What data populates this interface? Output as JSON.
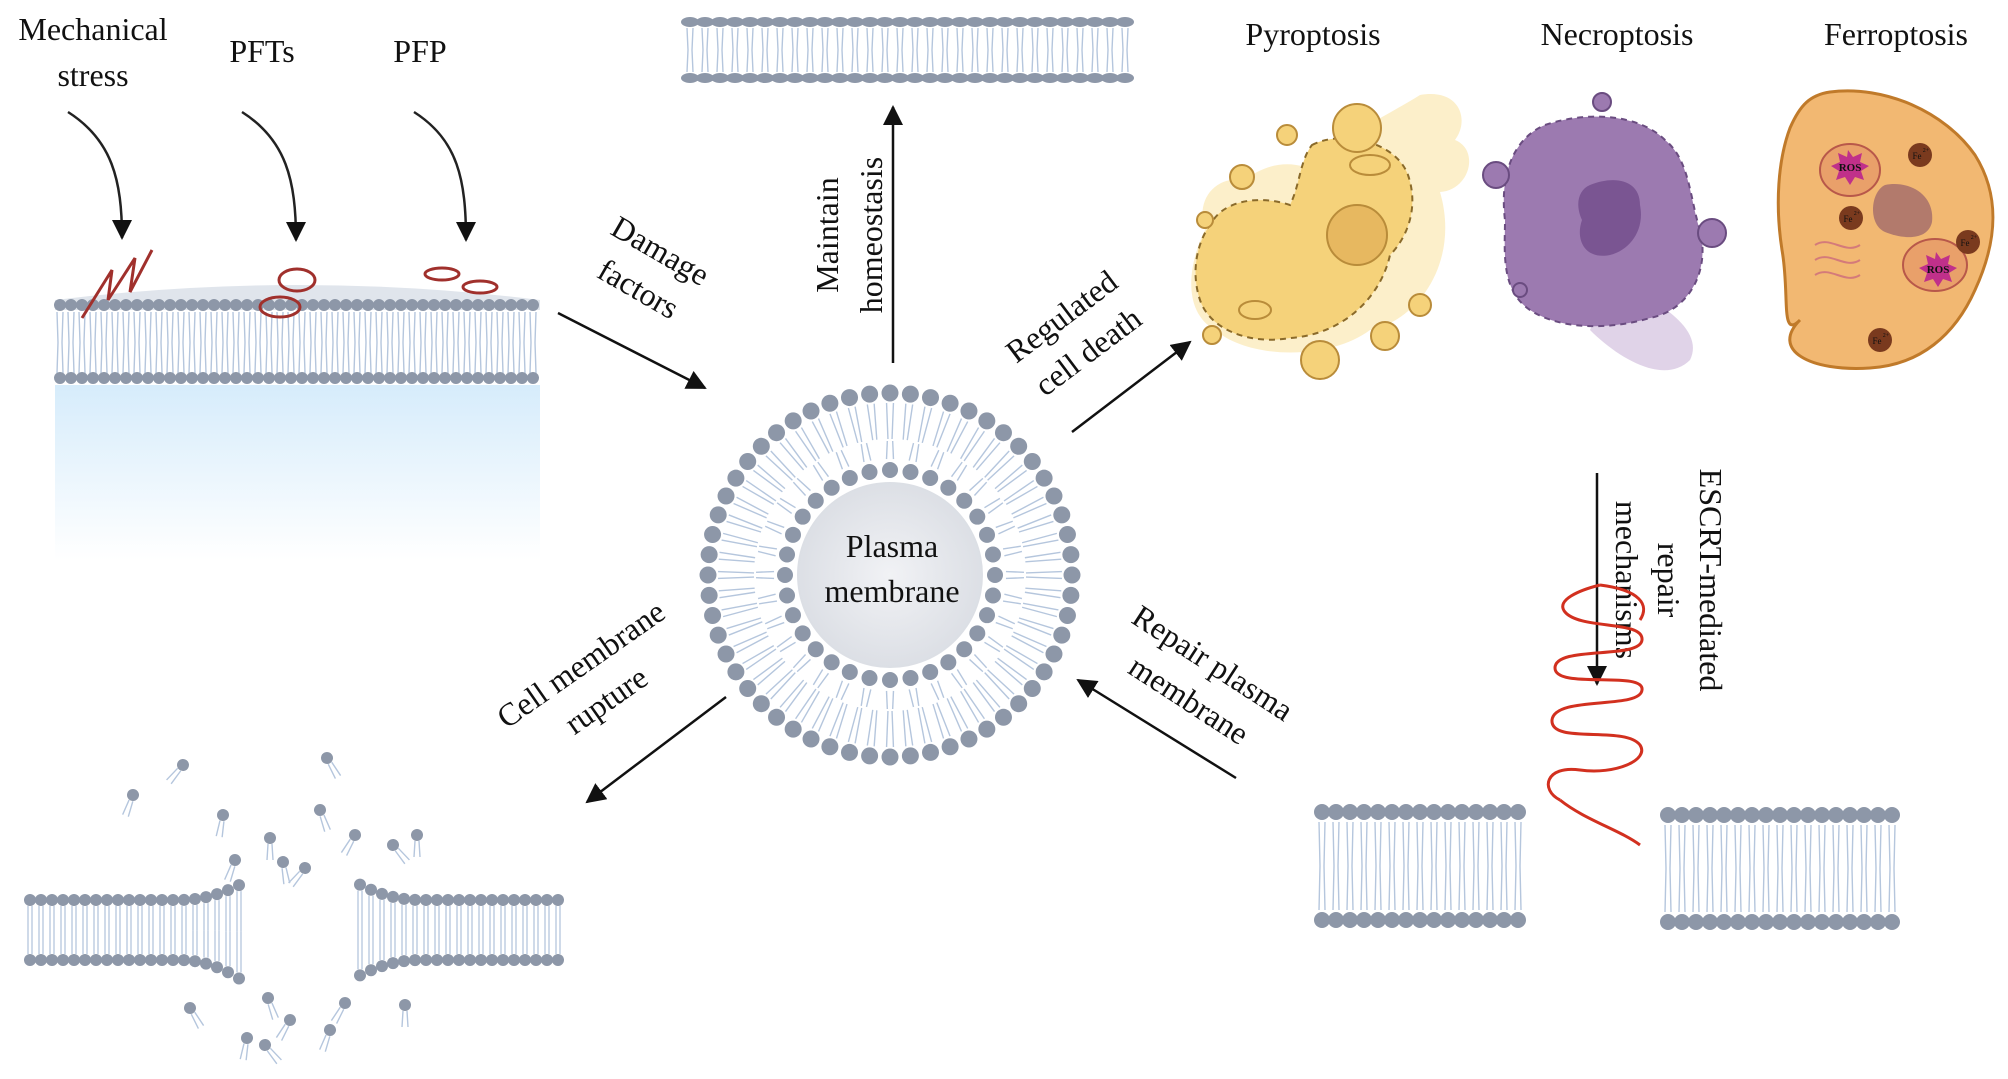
{
  "damage_sources": {
    "mechanical_stress_line1": "Mechanical",
    "mechanical_stress_line2": "stress",
    "pfts": "PFTs",
    "pfp": "PFP"
  },
  "center": {
    "line1": "Plasma",
    "line2": "membrane"
  },
  "arrows": {
    "damage_factors_line1": "Damage",
    "damage_factors_line2": "factors",
    "maintain_line1": "Maintain",
    "maintain_line2": "homeostasis",
    "regulated_line1": "Regulated",
    "regulated_line2": "cell death",
    "escrt_line1": "ESCRT-mediated",
    "escrt_line2": "repair",
    "escrt_line3": "mechanisms",
    "repair_line1": "Repair plasma",
    "repair_line2": "membrane",
    "rupture_line1": "Cell membrane",
    "rupture_line2": "rupture"
  },
  "cell_death": {
    "pyroptosis": "Pyroptosis",
    "necroptosis": "Necroptosis",
    "ferroptosis": "Ferroptosis",
    "ros": "ROS",
    "fe": "Fe",
    "fe_sup": "2+"
  },
  "colors": {
    "lipid_head": "#8d97a8",
    "lipid_tail": "#b5c6dd",
    "pore_red": "#a0302c",
    "escrt_red": "#d2301f",
    "pyroptosis_fill": "#f5d27a",
    "necroptosis_fill": "#9c7ab0",
    "ferroptosis_fill": "#f2b872"
  }
}
